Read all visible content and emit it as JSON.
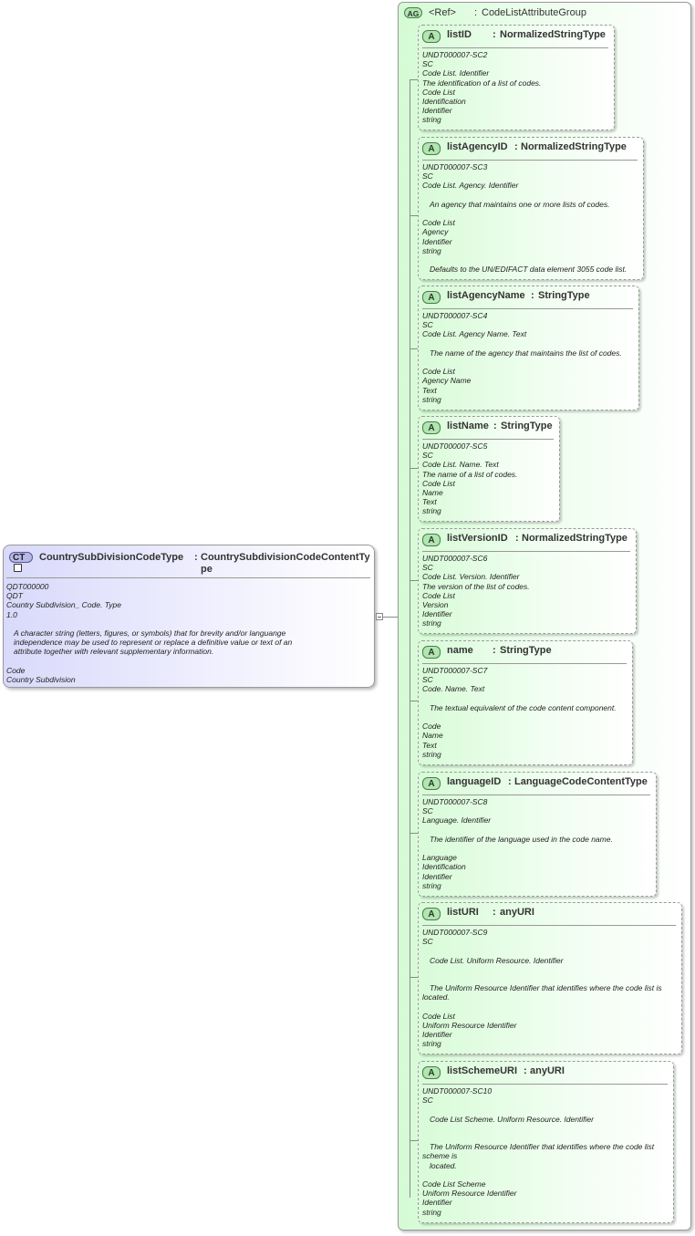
{
  "complex_type": {
    "badge": "CT",
    "name": "CountrySubDivisionCodeType",
    "separator": ":",
    "type": "CountrySubdivisionCodeContentType",
    "lines": [
      "QDT000000",
      "QDT",
      "Country Subdivision_ Code. Type",
      "1.0"
    ],
    "definition": "A character string (letters, figures, or symbols) that for brevity and/or languange independence may be used to represent or replace a definitive value or text of an attribute together with relevant supplementary information.",
    "tail": [
      "Code",
      "Country Subdivision"
    ]
  },
  "attribute_group": {
    "badge": "AG",
    "ref": "<Ref>",
    "separator": ":",
    "name": "CodeListAttributeGroup"
  },
  "attributes": [
    {
      "badge": "A",
      "name": "listID",
      "separator": ":",
      "type": "NormalizedStringType",
      "lines": [
        "UNDT000007-SC2",
        "SC",
        "Code List. Identifier",
        "The identification of a list of codes.",
        "Code List",
        "Identification",
        "Identifier",
        "string"
      ]
    },
    {
      "badge": "A",
      "name": "listAgencyID",
      "separator": ":",
      "type": "NormalizedStringType",
      "head": [
        "UNDT000007-SC3",
        "SC",
        "Code List. Agency. Identifier"
      ],
      "def1": "An agency that maintains one or more lists of codes.",
      "mid": [
        "Code List",
        "Agency",
        "Identifier",
        "string"
      ],
      "def2": "Defaults to the UN/EDIFACT data element 3055 code list."
    },
    {
      "badge": "A",
      "name": "listAgencyName",
      "separator": ":",
      "type": "StringType",
      "head": [
        "UNDT000007-SC4",
        "SC",
        "Code List. Agency Name. Text"
      ],
      "def1": "The name of the agency that maintains the list of codes.",
      "mid": [
        "Code List",
        "Agency Name",
        "Text",
        "string"
      ]
    },
    {
      "badge": "A",
      "name": "listName",
      "separator": ":",
      "type": "StringType",
      "lines": [
        "UNDT000007-SC5",
        "SC",
        "Code List. Name. Text",
        "The name of a list of codes.",
        "Code List",
        "Name",
        "Text",
        "string"
      ]
    },
    {
      "badge": "A",
      "name": "listVersionID",
      "separator": ":",
      "type": "NormalizedStringType",
      "lines": [
        "UNDT000007-SC6",
        "SC",
        "Code List. Version. Identifier",
        "The version of the list of codes.",
        "Code List",
        "Version",
        "Identifier",
        "string"
      ]
    },
    {
      "badge": "A",
      "name": "name",
      "separator": ":",
      "type": "StringType",
      "head": [
        "UNDT000007-SC7",
        "SC",
        "Code. Name. Text"
      ],
      "def1": "The textual equivalent of the code content component.",
      "mid": [
        "Code",
        "Name",
        "Text",
        "string"
      ]
    },
    {
      "badge": "A",
      "name": "languageID",
      "separator": ":",
      "type": "LanguageCodeContentType",
      "head": [
        "UNDT000007-SC8",
        "SC",
        "Language. Identifier"
      ],
      "def1": "The identifier of the language used in the code name.",
      "mid": [
        "Language",
        "Identification",
        "Identifier",
        "string"
      ]
    },
    {
      "badge": "A",
      "name": "listURI",
      "separator": ":",
      "type": "anyURI",
      "head": [
        "UNDT000007-SC9",
        "SC"
      ],
      "def0": "Code List. Uniform Resource. Identifier",
      "def1a": "The Uniform Resource Identifier that identifies where the code list is",
      "def1b": "located.",
      "mid": [
        "Code List",
        "Uniform Resource Identifier",
        "Identifier",
        "string"
      ]
    },
    {
      "badge": "A",
      "name": "listSchemeURI",
      "separator": ":",
      "type": "anyURI",
      "head": [
        "UNDT000007-SC10",
        "SC"
      ],
      "def0": "Code List Scheme. Uniform Resource. Identifier",
      "def1a": "The Uniform Resource Identifier that identifies where the code list",
      "def1b": "scheme is",
      "def1c": "located.",
      "mid": [
        "Code List Scheme",
        "Uniform Resource Identifier",
        "Identifier",
        "string"
      ]
    }
  ]
}
